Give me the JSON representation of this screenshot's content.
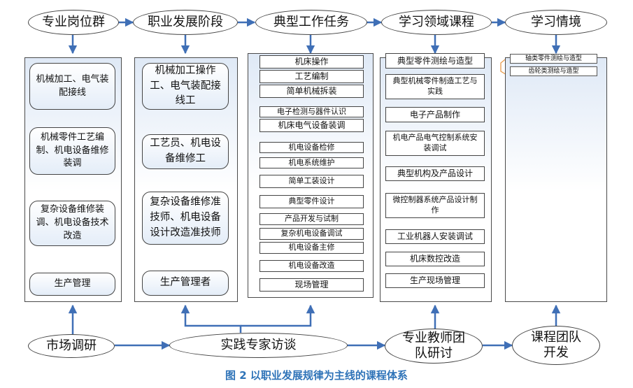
{
  "headers": [
    "专业岗位群",
    "职业发展阶段",
    "典型工作任务",
    "学习领域课程",
    "学习情境"
  ],
  "positions": [
    "机械加工、电气装配接线",
    "机械零件工艺编制、机电设备维修装调",
    "复杂设备维修装调、机电设备技术改造",
    "生产管理"
  ],
  "stages": [
    "机械加工操作工、电气装配接线工",
    "工艺员、机电设备维修工",
    "复杂设备维修准技师、机电设备设计改造准技师",
    "生产管理者"
  ],
  "tasks": [
    "机床操作",
    "工艺编制",
    "简单机械拆装",
    "电子检测与器件认识",
    "机床电气设备装调",
    "机电设备检修",
    "机电系统维护",
    "简单工装设计",
    "典型零件设计",
    "产品开发与试制",
    "复杂机电设备调试",
    "机电设备主修",
    "机电设备改造",
    "现场管理"
  ],
  "courses": [
    "典型零件测绘与造型",
    "典型机械零件制造工艺与实践",
    "电子产品制作",
    "机电产品电气控制系统安装调试",
    "典型机构及产品设计",
    "微控制器系统产品设计制作",
    "工业机器人安装调试",
    "机床数控改造",
    "生产现场管理"
  ],
  "situations": [
    "轴类零件测绘与造型",
    "齿轮类测绘与造型"
  ],
  "bottom": [
    "市场调研",
    "实践专家访谈",
    "专业教师团队研讨",
    "课程团队开发"
  ],
  "caption": "图 2  以职业发展规律为主线的课程体系",
  "colors": {
    "arrow": "#3f6fb6",
    "caption": "#2e73b8",
    "panel_top": "#dfe9f6"
  }
}
